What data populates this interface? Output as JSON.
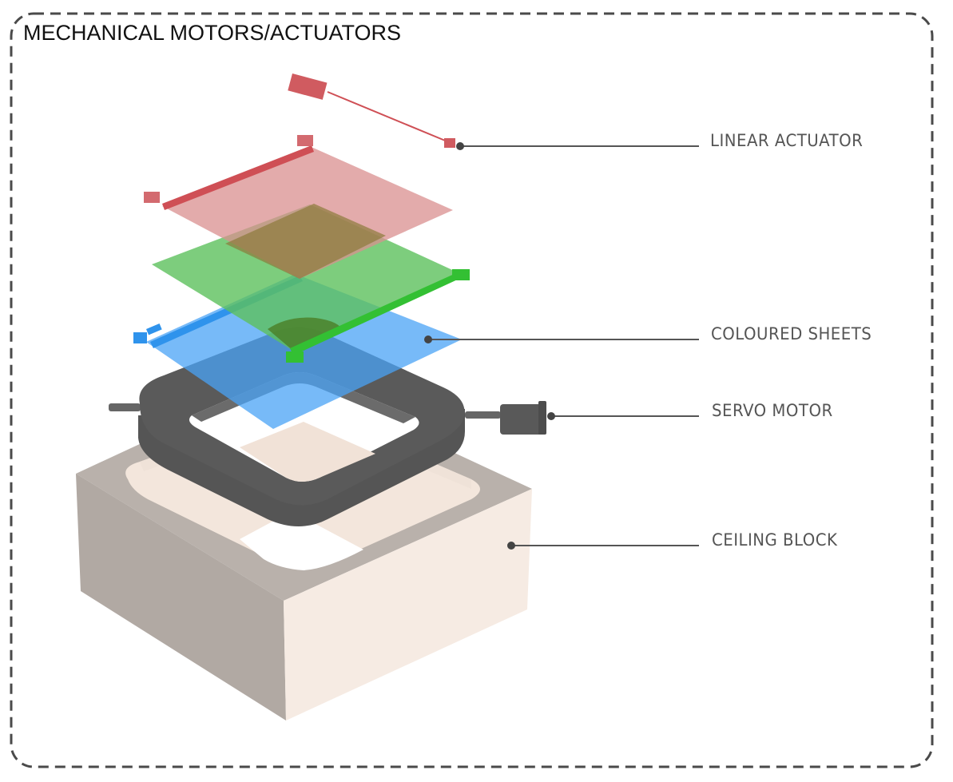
{
  "title": "MECHANICAL MOTORS/ACTUATORS",
  "colors": {
    "border": "#4a4a4a",
    "leader": "#555555",
    "label_text": "#555555",
    "red_sheet": "#d98f8f",
    "red_part": "#cf4f55",
    "green_sheet": "#5cc05c",
    "green_part": "#33c033",
    "blue_sheet": "#4aa3f5",
    "blue_part": "#2f93ec",
    "servo_ring": "#4f4f4f",
    "ceiling_block_side": "#b1a9a3",
    "ceiling_block_front": "#f7ece4"
  },
  "callouts": [
    {
      "id": "linear-actuator",
      "label": "LINEAR ACTUATOR"
    },
    {
      "id": "coloured-sheets",
      "label": "COLOURED SHEETS"
    },
    {
      "id": "servo-motor",
      "label": "SERVO MOTOR"
    },
    {
      "id": "ceiling-block",
      "label": "CEILING BLOCK"
    }
  ]
}
